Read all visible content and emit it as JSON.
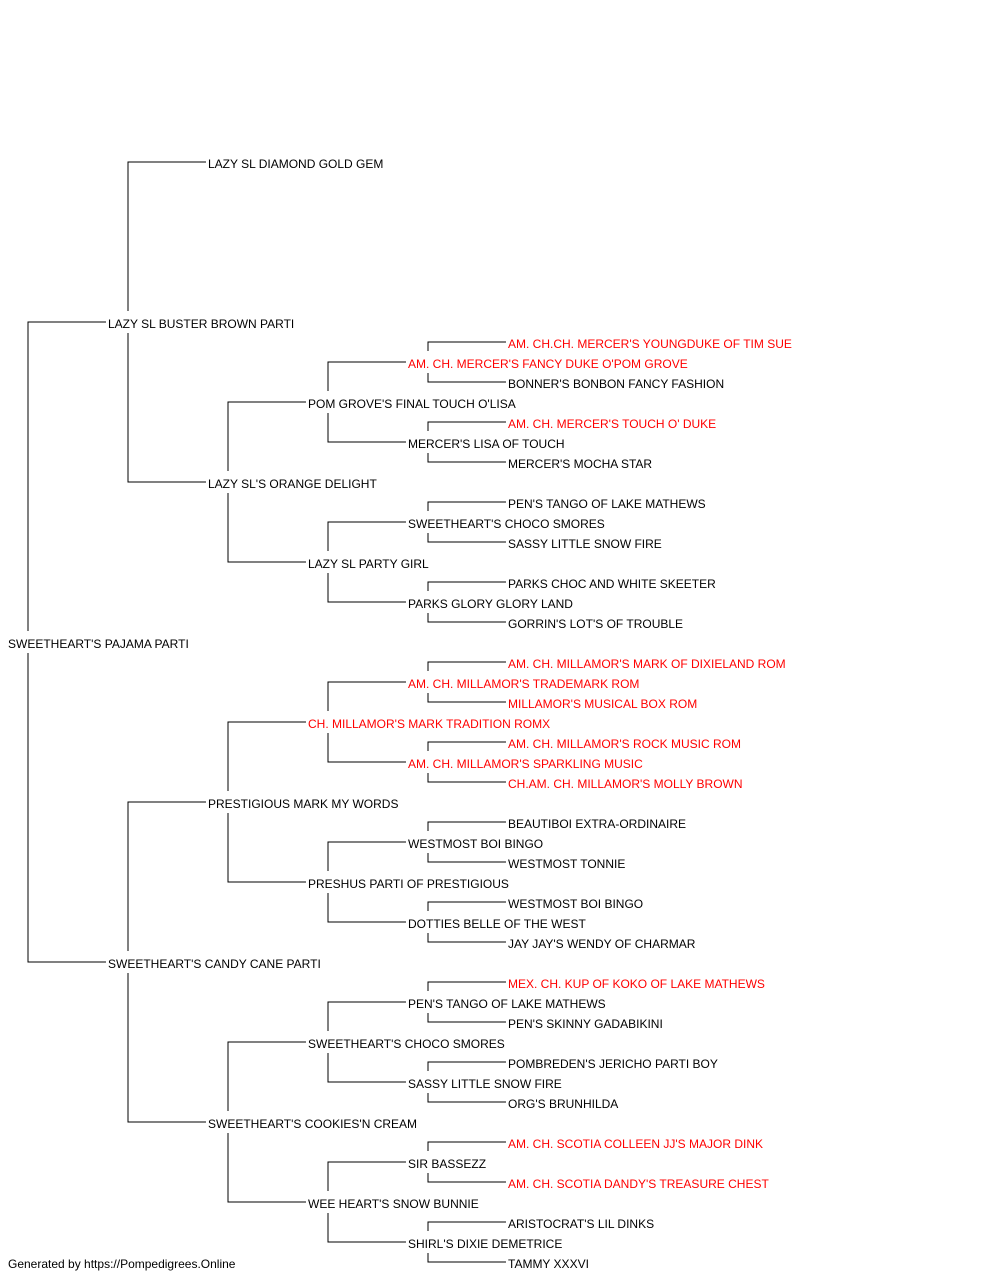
{
  "colors": {
    "champion": "#ff0000",
    "regular": "#000000"
  },
  "footer": "Generated by https://Pompedigrees.Online",
  "pedigree": [
    {
      "id": "root",
      "label": "SWEETHEART'S PAJAMA PARTI",
      "gen": 0,
      "row": 24,
      "parent": null,
      "champion": false
    },
    {
      "id": "s",
      "label": "LAZY SL BUSTER BROWN PARTI",
      "gen": 1,
      "row": 8,
      "parent": "root",
      "champion": false
    },
    {
      "id": "d",
      "label": "SWEETHEART'S CANDY CANE PARTI",
      "gen": 1,
      "row": 40,
      "parent": "root",
      "champion": false
    },
    {
      "id": "ss",
      "label": "LAZY SL DIAMOND GOLD GEM",
      "gen": 2,
      "row": 0,
      "parent": "s",
      "champion": false
    },
    {
      "id": "sd",
      "label": "LAZY SL'S ORANGE DELIGHT",
      "gen": 2,
      "row": 16,
      "parent": "s",
      "champion": false
    },
    {
      "id": "ds",
      "label": "PRESTIGIOUS MARK MY WORDS",
      "gen": 2,
      "row": 32,
      "parent": "d",
      "champion": false
    },
    {
      "id": "dd",
      "label": "SWEETHEART'S COOKIES'N CREAM",
      "gen": 2,
      "row": 48,
      "parent": "d",
      "champion": false
    },
    {
      "id": "sds",
      "label": "POM GROVE'S FINAL TOUCH O'LISA",
      "gen": 3,
      "row": 12,
      "parent": "sd",
      "champion": false
    },
    {
      "id": "sdd",
      "label": "LAZY SL PARTY GIRL",
      "gen": 3,
      "row": 20,
      "parent": "sd",
      "champion": false
    },
    {
      "id": "dss",
      "label": "CH. MILLAMOR'S MARK TRADITION ROMX",
      "gen": 3,
      "row": 28,
      "parent": "ds",
      "champion": true
    },
    {
      "id": "dsd",
      "label": "PRESHUS PARTI OF PRESTIGIOUS",
      "gen": 3,
      "row": 36,
      "parent": "ds",
      "champion": false
    },
    {
      "id": "dds",
      "label": "SWEETHEART'S CHOCO SMORES",
      "gen": 3,
      "row": 44,
      "parent": "dd",
      "champion": false
    },
    {
      "id": "ddd",
      "label": "WEE HEART'S SNOW BUNNIE",
      "gen": 3,
      "row": 52,
      "parent": "dd",
      "champion": false
    },
    {
      "id": "sdss",
      "label": "AM. CH. MERCER'S FANCY DUKE O'POM GROVE",
      "gen": 4,
      "row": 10,
      "parent": "sds",
      "champion": true
    },
    {
      "id": "sdsd",
      "label": "MERCER'S LISA OF TOUCH",
      "gen": 4,
      "row": 14,
      "parent": "sds",
      "champion": false
    },
    {
      "id": "sdds",
      "label": "SWEETHEART'S CHOCO SMORES",
      "gen": 4,
      "row": 18,
      "parent": "sdd",
      "champion": false
    },
    {
      "id": "sddd",
      "label": "PARKS GLORY GLORY LAND",
      "gen": 4,
      "row": 22,
      "parent": "sdd",
      "champion": false
    },
    {
      "id": "dsss",
      "label": "AM. CH. MILLAMOR'S TRADEMARK ROM",
      "gen": 4,
      "row": 26,
      "parent": "dss",
      "champion": true
    },
    {
      "id": "dssd",
      "label": "AM. CH. MILLAMOR'S SPARKLING MUSIC",
      "gen": 4,
      "row": 30,
      "parent": "dss",
      "champion": true
    },
    {
      "id": "dsds",
      "label": "WESTMOST BOI BINGO",
      "gen": 4,
      "row": 34,
      "parent": "dsd",
      "champion": false
    },
    {
      "id": "dsdd",
      "label": "DOTTIES BELLE OF THE WEST",
      "gen": 4,
      "row": 38,
      "parent": "dsd",
      "champion": false
    },
    {
      "id": "ddss",
      "label": "PEN'S TANGO OF LAKE MATHEWS",
      "gen": 4,
      "row": 42,
      "parent": "dds",
      "champion": false
    },
    {
      "id": "ddsd",
      "label": "SASSY LITTLE SNOW FIRE",
      "gen": 4,
      "row": 46,
      "parent": "dds",
      "champion": false
    },
    {
      "id": "ddds",
      "label": "SIR BASSEZZ",
      "gen": 4,
      "row": 50,
      "parent": "ddd",
      "champion": false
    },
    {
      "id": "dddd",
      "label": "SHIRL'S DIXIE DEMETRICE",
      "gen": 4,
      "row": 54,
      "parent": "ddd",
      "champion": false
    },
    {
      "id": "sdsss",
      "label": "AM. CH.CH. MERCER'S YOUNGDUKE OF TIM SUE",
      "gen": 5,
      "row": 9,
      "parent": "sdss",
      "champion": true
    },
    {
      "id": "sdssd",
      "label": "BONNER'S BONBON FANCY FASHION",
      "gen": 5,
      "row": 11,
      "parent": "sdss",
      "champion": false
    },
    {
      "id": "sdsds",
      "label": "AM. CH. MERCER'S TOUCH O' DUKE",
      "gen": 5,
      "row": 13,
      "parent": "sdsd",
      "champion": true
    },
    {
      "id": "sdsdd",
      "label": "MERCER'S MOCHA STAR",
      "gen": 5,
      "row": 15,
      "parent": "sdsd",
      "champion": false
    },
    {
      "id": "sddss",
      "label": "PEN'S TANGO OF LAKE MATHEWS",
      "gen": 5,
      "row": 17,
      "parent": "sdds",
      "champion": false
    },
    {
      "id": "sddsd",
      "label": "SASSY LITTLE SNOW FIRE",
      "gen": 5,
      "row": 19,
      "parent": "sdds",
      "champion": false
    },
    {
      "id": "sddds",
      "label": "PARKS CHOC AND WHITE SKEETER",
      "gen": 5,
      "row": 21,
      "parent": "sddd",
      "champion": false
    },
    {
      "id": "sdddd",
      "label": "GORRIN'S LOT'S OF TROUBLE",
      "gen": 5,
      "row": 23,
      "parent": "sddd",
      "champion": false
    },
    {
      "id": "dssss",
      "label": "AM. CH. MILLAMOR'S MARK OF DIXIELAND ROM",
      "gen": 5,
      "row": 25,
      "parent": "dsss",
      "champion": true
    },
    {
      "id": "dsssd",
      "label": "MILLAMOR'S MUSICAL BOX ROM",
      "gen": 5,
      "row": 27,
      "parent": "dsss",
      "champion": true
    },
    {
      "id": "dssds",
      "label": "AM. CH. MILLAMOR'S ROCK MUSIC ROM",
      "gen": 5,
      "row": 29,
      "parent": "dssd",
      "champion": true
    },
    {
      "id": "dssdd",
      "label": "CH.AM. CH. MILLAMOR'S MOLLY BROWN",
      "gen": 5,
      "row": 31,
      "parent": "dssd",
      "champion": true
    },
    {
      "id": "dsdss",
      "label": "BEAUTIBOI EXTRA-ORDINAIRE",
      "gen": 5,
      "row": 33,
      "parent": "dsds",
      "champion": false
    },
    {
      "id": "dsdsd",
      "label": "WESTMOST TONNIE",
      "gen": 5,
      "row": 35,
      "parent": "dsds",
      "champion": false
    },
    {
      "id": "dsdds",
      "label": "WESTMOST BOI BINGO",
      "gen": 5,
      "row": 37,
      "parent": "dsdd",
      "champion": false
    },
    {
      "id": "dsddd",
      "label": "JAY JAY'S WENDY OF CHARMAR",
      "gen": 5,
      "row": 39,
      "parent": "dsdd",
      "champion": false
    },
    {
      "id": "ddsss",
      "label": "MEX. CH. KUP OF KOKO OF LAKE MATHEWS",
      "gen": 5,
      "row": 41,
      "parent": "ddss",
      "champion": true
    },
    {
      "id": "ddssd",
      "label": "PEN'S SKINNY GADABIKINI",
      "gen": 5,
      "row": 43,
      "parent": "ddss",
      "champion": false
    },
    {
      "id": "ddsds",
      "label": "POMBREDEN'S JERICHO PARTI BOY",
      "gen": 5,
      "row": 45,
      "parent": "ddsd",
      "champion": false
    },
    {
      "id": "ddsdd",
      "label": "ORG'S BRUNHILDA",
      "gen": 5,
      "row": 47,
      "parent": "ddsd",
      "champion": false
    },
    {
      "id": "dddss",
      "label": "AM. CH. SCOTIA COLLEEN JJ'S MAJOR DINK",
      "gen": 5,
      "row": 49,
      "parent": "ddds",
      "champion": true
    },
    {
      "id": "dddsd",
      "label": "AM. CH. SCOTIA DANDY'S TREASURE CHEST",
      "gen": 5,
      "row": 51,
      "parent": "ddds",
      "champion": true
    },
    {
      "id": "dddds",
      "label": "ARISTOCRAT'S LIL DINKS",
      "gen": 5,
      "row": 53,
      "parent": "dddd",
      "champion": false
    },
    {
      "id": "ddddd",
      "label": "TAMMY XXXVI",
      "gen": 5,
      "row": 55,
      "parent": "dddd",
      "champion": false
    }
  ]
}
